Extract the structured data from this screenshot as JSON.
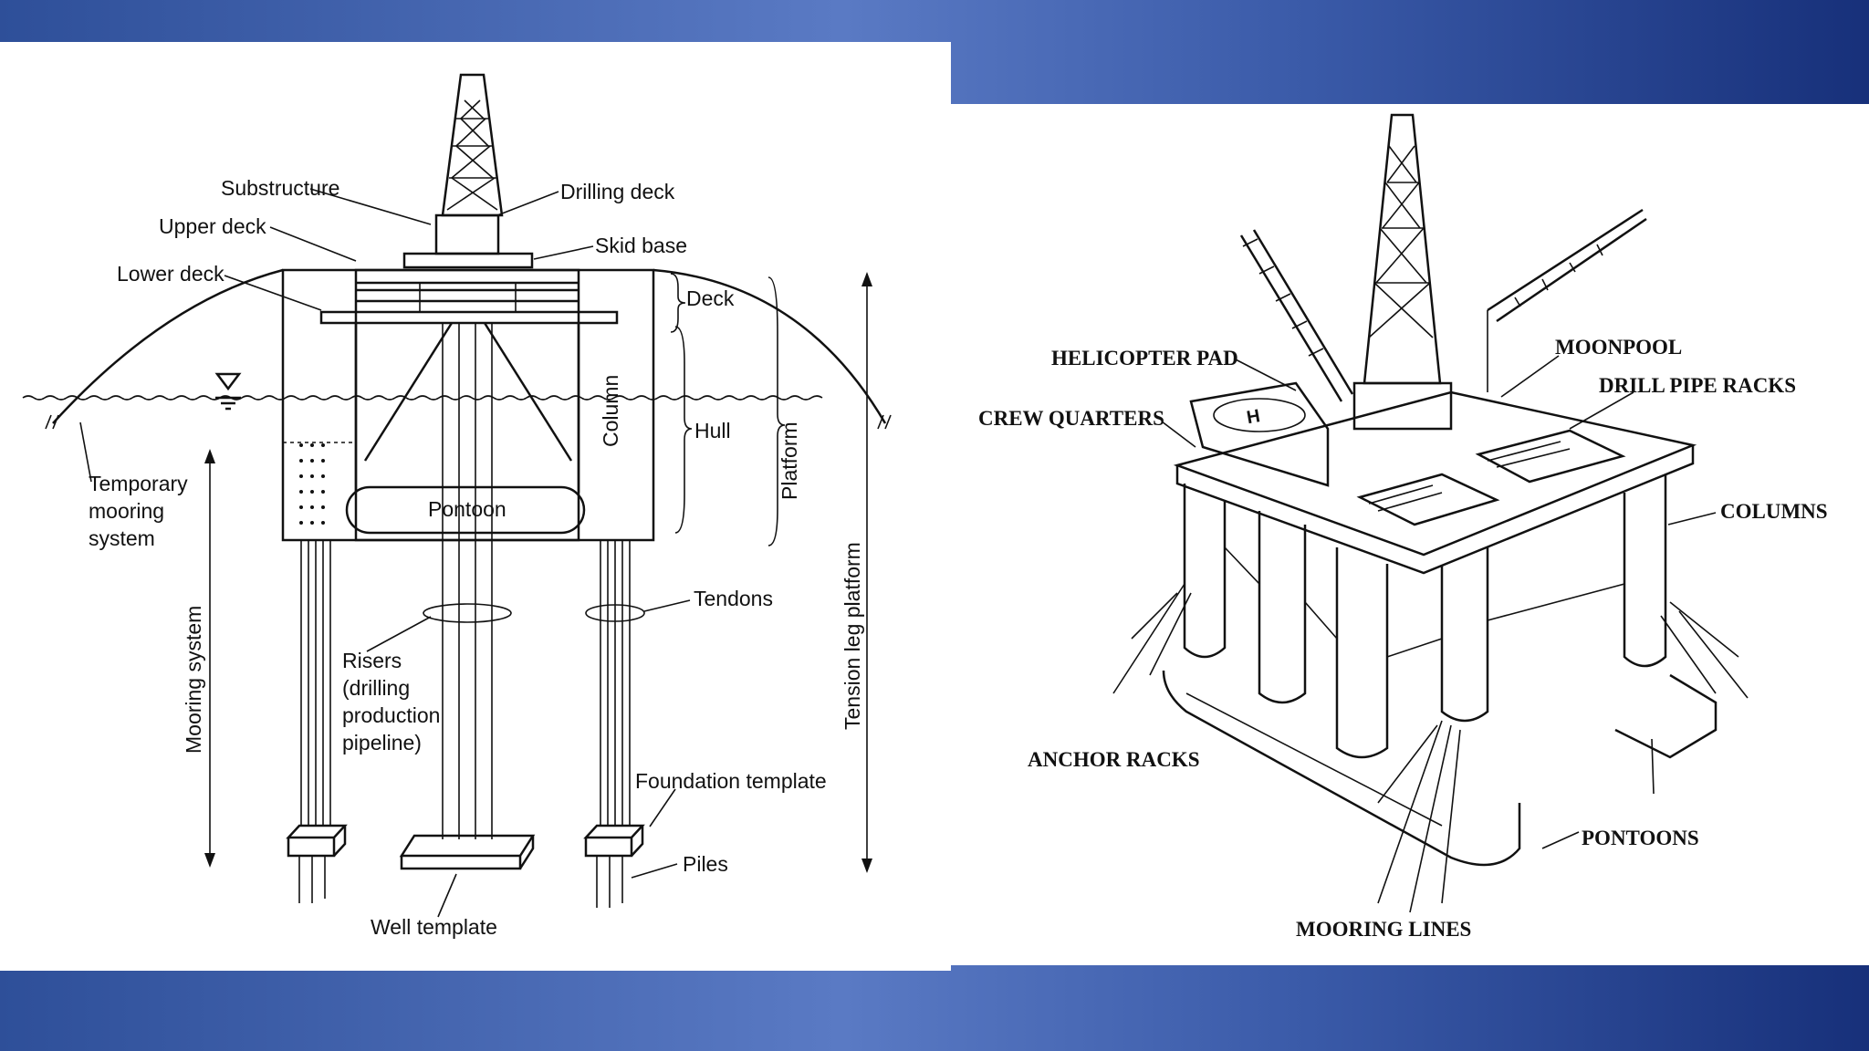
{
  "colors": {
    "background_dark": "#17307a",
    "background_light": "#5a7ac4",
    "panel": "#ffffff",
    "ink": "#111111"
  },
  "left_diagram": {
    "labels": {
      "substructure": "Substructure",
      "drilling_deck": "Drilling deck",
      "upper_deck": "Upper deck",
      "skid_base": "Skid base",
      "lower_deck": "Lower deck",
      "deck": "Deck",
      "column": "Column",
      "hull": "Hull",
      "platform": "Platform",
      "temporary_mooring_1": "Temporary",
      "temporary_mooring_2": "mooring",
      "temporary_mooring_3": "system",
      "pontoon": "Pontoon",
      "tendons": "Tendons",
      "mooring_system": "Mooring system",
      "tension_leg_platform": "Tension leg platform",
      "risers_1": "Risers",
      "risers_2": "(drilling",
      "risers_3": "production",
      "risers_4": "pipeline)",
      "foundation_template": "Foundation template",
      "piles": "Piles",
      "well_template": "Well template"
    }
  },
  "right_diagram": {
    "labels": {
      "helicopter_pad": "HELICOPTER PAD",
      "moonpool": "MOONPOOL",
      "drill_pipe_racks": "DRILL PIPE RACKS",
      "crew_quarters": "CREW QUARTERS",
      "columns": "COLUMNS",
      "anchor_racks": "ANCHOR RACKS",
      "pontoons": "PONTOONS",
      "mooring_lines": "MOORING LINES"
    }
  }
}
